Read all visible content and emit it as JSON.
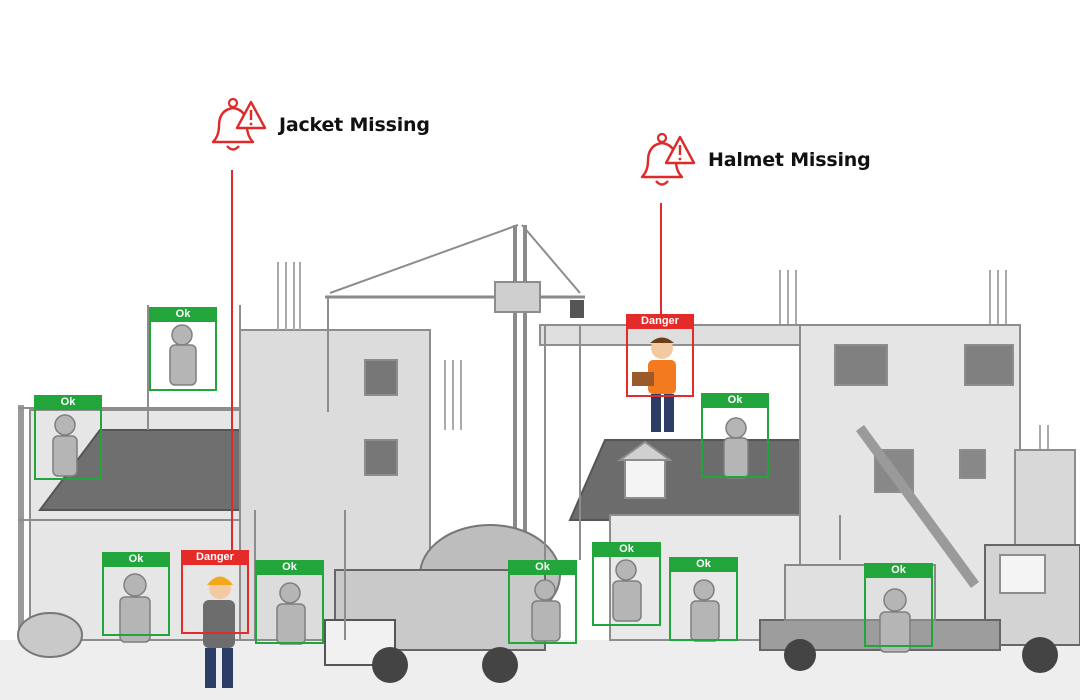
{
  "alerts": {
    "jacket": {
      "label": "Jacket Missing",
      "icon": "alarm-bell-warning-icon"
    },
    "helmet": {
      "label": "Halmet Missing",
      "icon": "alarm-bell-warning-icon"
    }
  },
  "detections": [
    {
      "status": "Ok"
    },
    {
      "status": "Ok"
    },
    {
      "status": "Danger"
    },
    {
      "status": "Ok"
    },
    {
      "status": "Ok"
    },
    {
      "status": "Danger"
    },
    {
      "status": "Ok"
    },
    {
      "status": "Ok"
    },
    {
      "status": "Ok"
    },
    {
      "status": "Ok"
    },
    {
      "status": "Ok"
    }
  ],
  "colors": {
    "ok": "#22a53a",
    "danger": "#e52a2a",
    "scene_gray": "#9a9a9a"
  }
}
